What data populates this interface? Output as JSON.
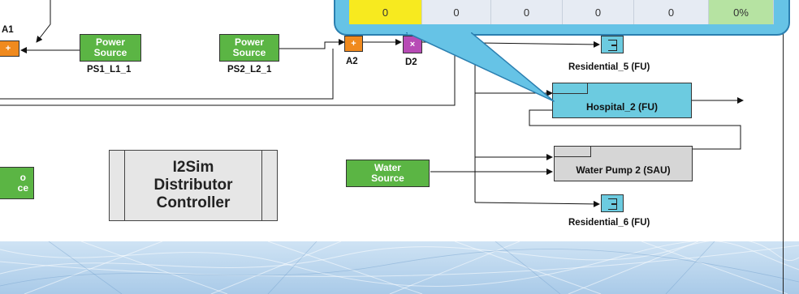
{
  "blocks": {
    "ps1": {
      "title": "Power Source",
      "label": "PS1_L1_1"
    },
    "ps2": {
      "title": "Power Source",
      "label": "PS2_L2_1"
    },
    "water_source": {
      "title": "Water Source"
    },
    "partial_source": {
      "title": "o\nce"
    },
    "a1": {
      "label": "A1",
      "symbol": "+"
    },
    "a2": {
      "label": "A2",
      "symbol": "+"
    },
    "d2": {
      "label": "D2",
      "symbol": "×"
    },
    "hospital": {
      "title": "Hospital_2 (FU)"
    },
    "water_pump": {
      "title": "Water Pump 2 (SAU)"
    },
    "residential5": {
      "label": "Residential_5 (FU)"
    },
    "residential6": {
      "label": "Residential_6 (FU)"
    },
    "controller": {
      "line1": "I2Sim",
      "line2": "Distributor",
      "line3": "Controller"
    }
  },
  "popup_table": {
    "cells": [
      "0",
      "0",
      "0",
      "0",
      "0",
      "0%"
    ],
    "colors": [
      "#f7ea1f",
      "#e6ebf3",
      "#e6ebf3",
      "#e6ebf3",
      "#e6ebf3",
      "#b6e3a2"
    ]
  },
  "colors": {
    "power": "#5bb544",
    "facility": "#6ccbe0",
    "adder": "#f08a1e",
    "distributor": "#b74bb5",
    "popup": "#66c3e6"
  }
}
